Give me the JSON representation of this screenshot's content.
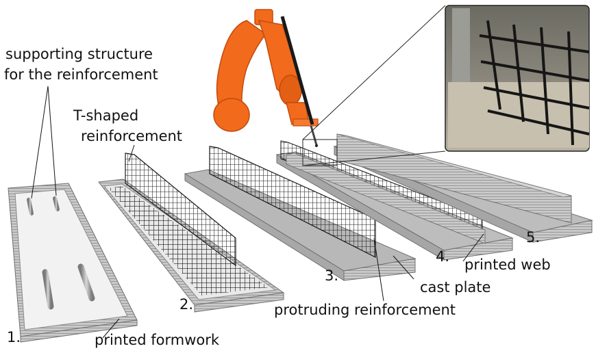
{
  "labels": {
    "supporting_line1": "supporting structure",
    "supporting_line2": "for the reinforcement",
    "tshaped_line1": "T-shaped",
    "tshaped_line2": "reinforcement",
    "printed_web": "printed web",
    "cast_plate": "cast plate",
    "protruding": "protruding reinforcement",
    "printed_formwork": "printed formwork"
  },
  "steps": [
    "1.",
    "2.",
    "3.",
    "4.",
    "5."
  ],
  "colors": {
    "robot": "#f26a1b",
    "robot_dark": "#c24a0c",
    "concrete": "#bcbcbc",
    "concrete_dark": "#8e8e8e",
    "mesh": "#1a1a1a"
  },
  "icons": [
    "robot-arm-icon",
    "photo-inset-icon"
  ]
}
